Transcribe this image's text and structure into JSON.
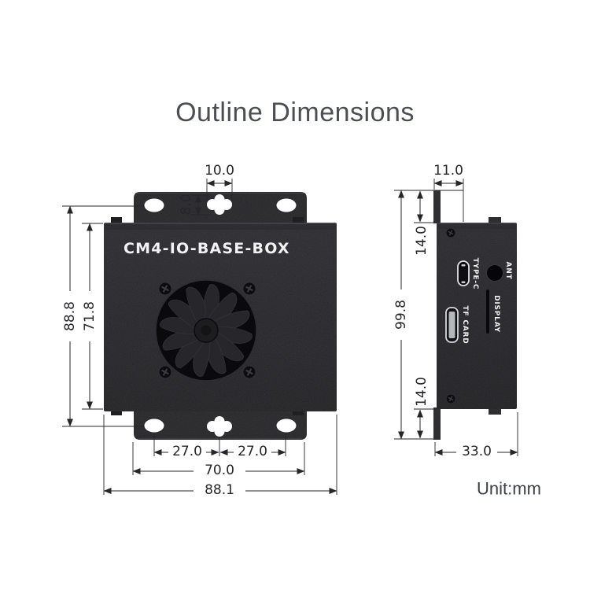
{
  "title": "Outline Dimensions",
  "unit_label": "Unit:mm",
  "colors": {
    "title": "#4b4e53",
    "line": "#26262a",
    "body": "#1f1f22",
    "label": "#f2f2f3",
    "hole": "#ffffff"
  },
  "front_view": {
    "device_label": "CM4-IO-BASE-BOX",
    "dimensions": {
      "mount_hole_width": "10.0",
      "mount_hole_height": "8.0",
      "overall_height": "88.8",
      "body_height": "71.8",
      "hole_spacing_left": "27.0",
      "hole_spacing_right": "27.0",
      "hole_span": "70.0",
      "overall_width": "88.1"
    }
  },
  "side_view": {
    "ports": {
      "type_c": "TYPE-C",
      "ant": "ANT",
      "display": "DISPLAY",
      "tf_card": "TF CARD"
    },
    "dimensions": {
      "ear_offset": "11.0",
      "ear_top_height": "14.0",
      "overall_height": "99.8",
      "ear_bottom_height": "14.0",
      "depth": "33.0"
    }
  }
}
